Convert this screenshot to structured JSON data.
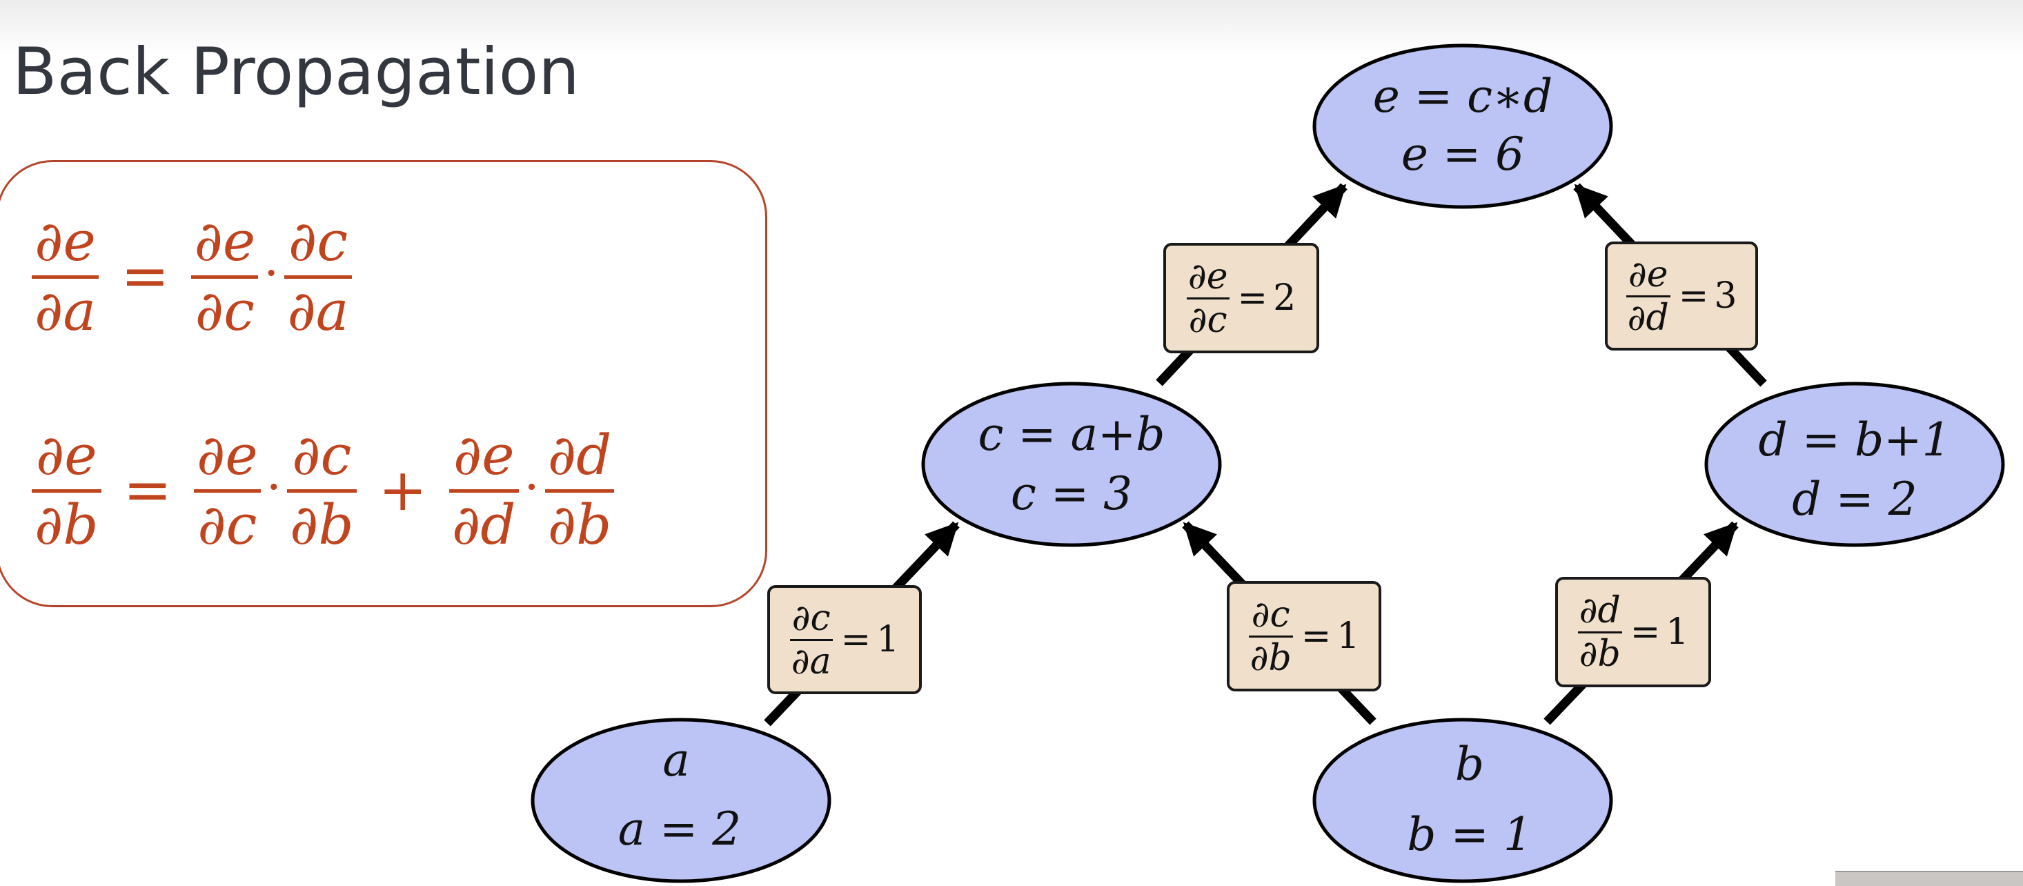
{
  "slide": {
    "title": "Back Propagation"
  },
  "formulas": {
    "row1": {
      "lhs": {
        "num": "∂e",
        "den": "∂a"
      },
      "equals": "=",
      "t1": {
        "num": "∂e",
        "den": "∂c"
      },
      "dot1": "·",
      "t2": {
        "num": "∂c",
        "den": "∂a"
      }
    },
    "row2": {
      "lhs": {
        "num": "∂e",
        "den": "∂b"
      },
      "equals": "=",
      "t1": {
        "num": "∂e",
        "den": "∂c"
      },
      "dot1": "·",
      "t2": {
        "num": "∂c",
        "den": "∂b"
      },
      "plus": "+",
      "t3": {
        "num": "∂e",
        "den": "∂d"
      },
      "dot2": "·",
      "t4": {
        "num": "∂d",
        "den": "∂b"
      }
    }
  },
  "graph": {
    "nodes": {
      "e": {
        "line1": "e = c∗d",
        "line2": "e = 6"
      },
      "c": {
        "line1": "c = a+b",
        "line2": "c = 3"
      },
      "d": {
        "line1": "d = b+1",
        "line2": "d = 2"
      },
      "a": {
        "line1": "a",
        "line2": "a = 2"
      },
      "b": {
        "line1": "b",
        "line2": "b = 1"
      }
    },
    "edges": {
      "de_dc": {
        "num": "∂e",
        "den": "∂c",
        "eq": "=",
        "value": "2"
      },
      "de_dd": {
        "num": "∂e",
        "den": "∂d",
        "eq": "=",
        "value": "3"
      },
      "dc_da": {
        "num": "∂c",
        "den": "∂a",
        "eq": "=",
        "value": "1"
      },
      "dc_db": {
        "num": "∂c",
        "den": "∂b",
        "eq": "=",
        "value": "1"
      },
      "dd_db": {
        "num": "∂d",
        "den": "∂b",
        "eq": "=",
        "value": "1"
      }
    },
    "colors": {
      "node_fill": "#bcc3f5",
      "label_fill": "#f0e0cb",
      "formula_color": "#c0441e"
    }
  }
}
